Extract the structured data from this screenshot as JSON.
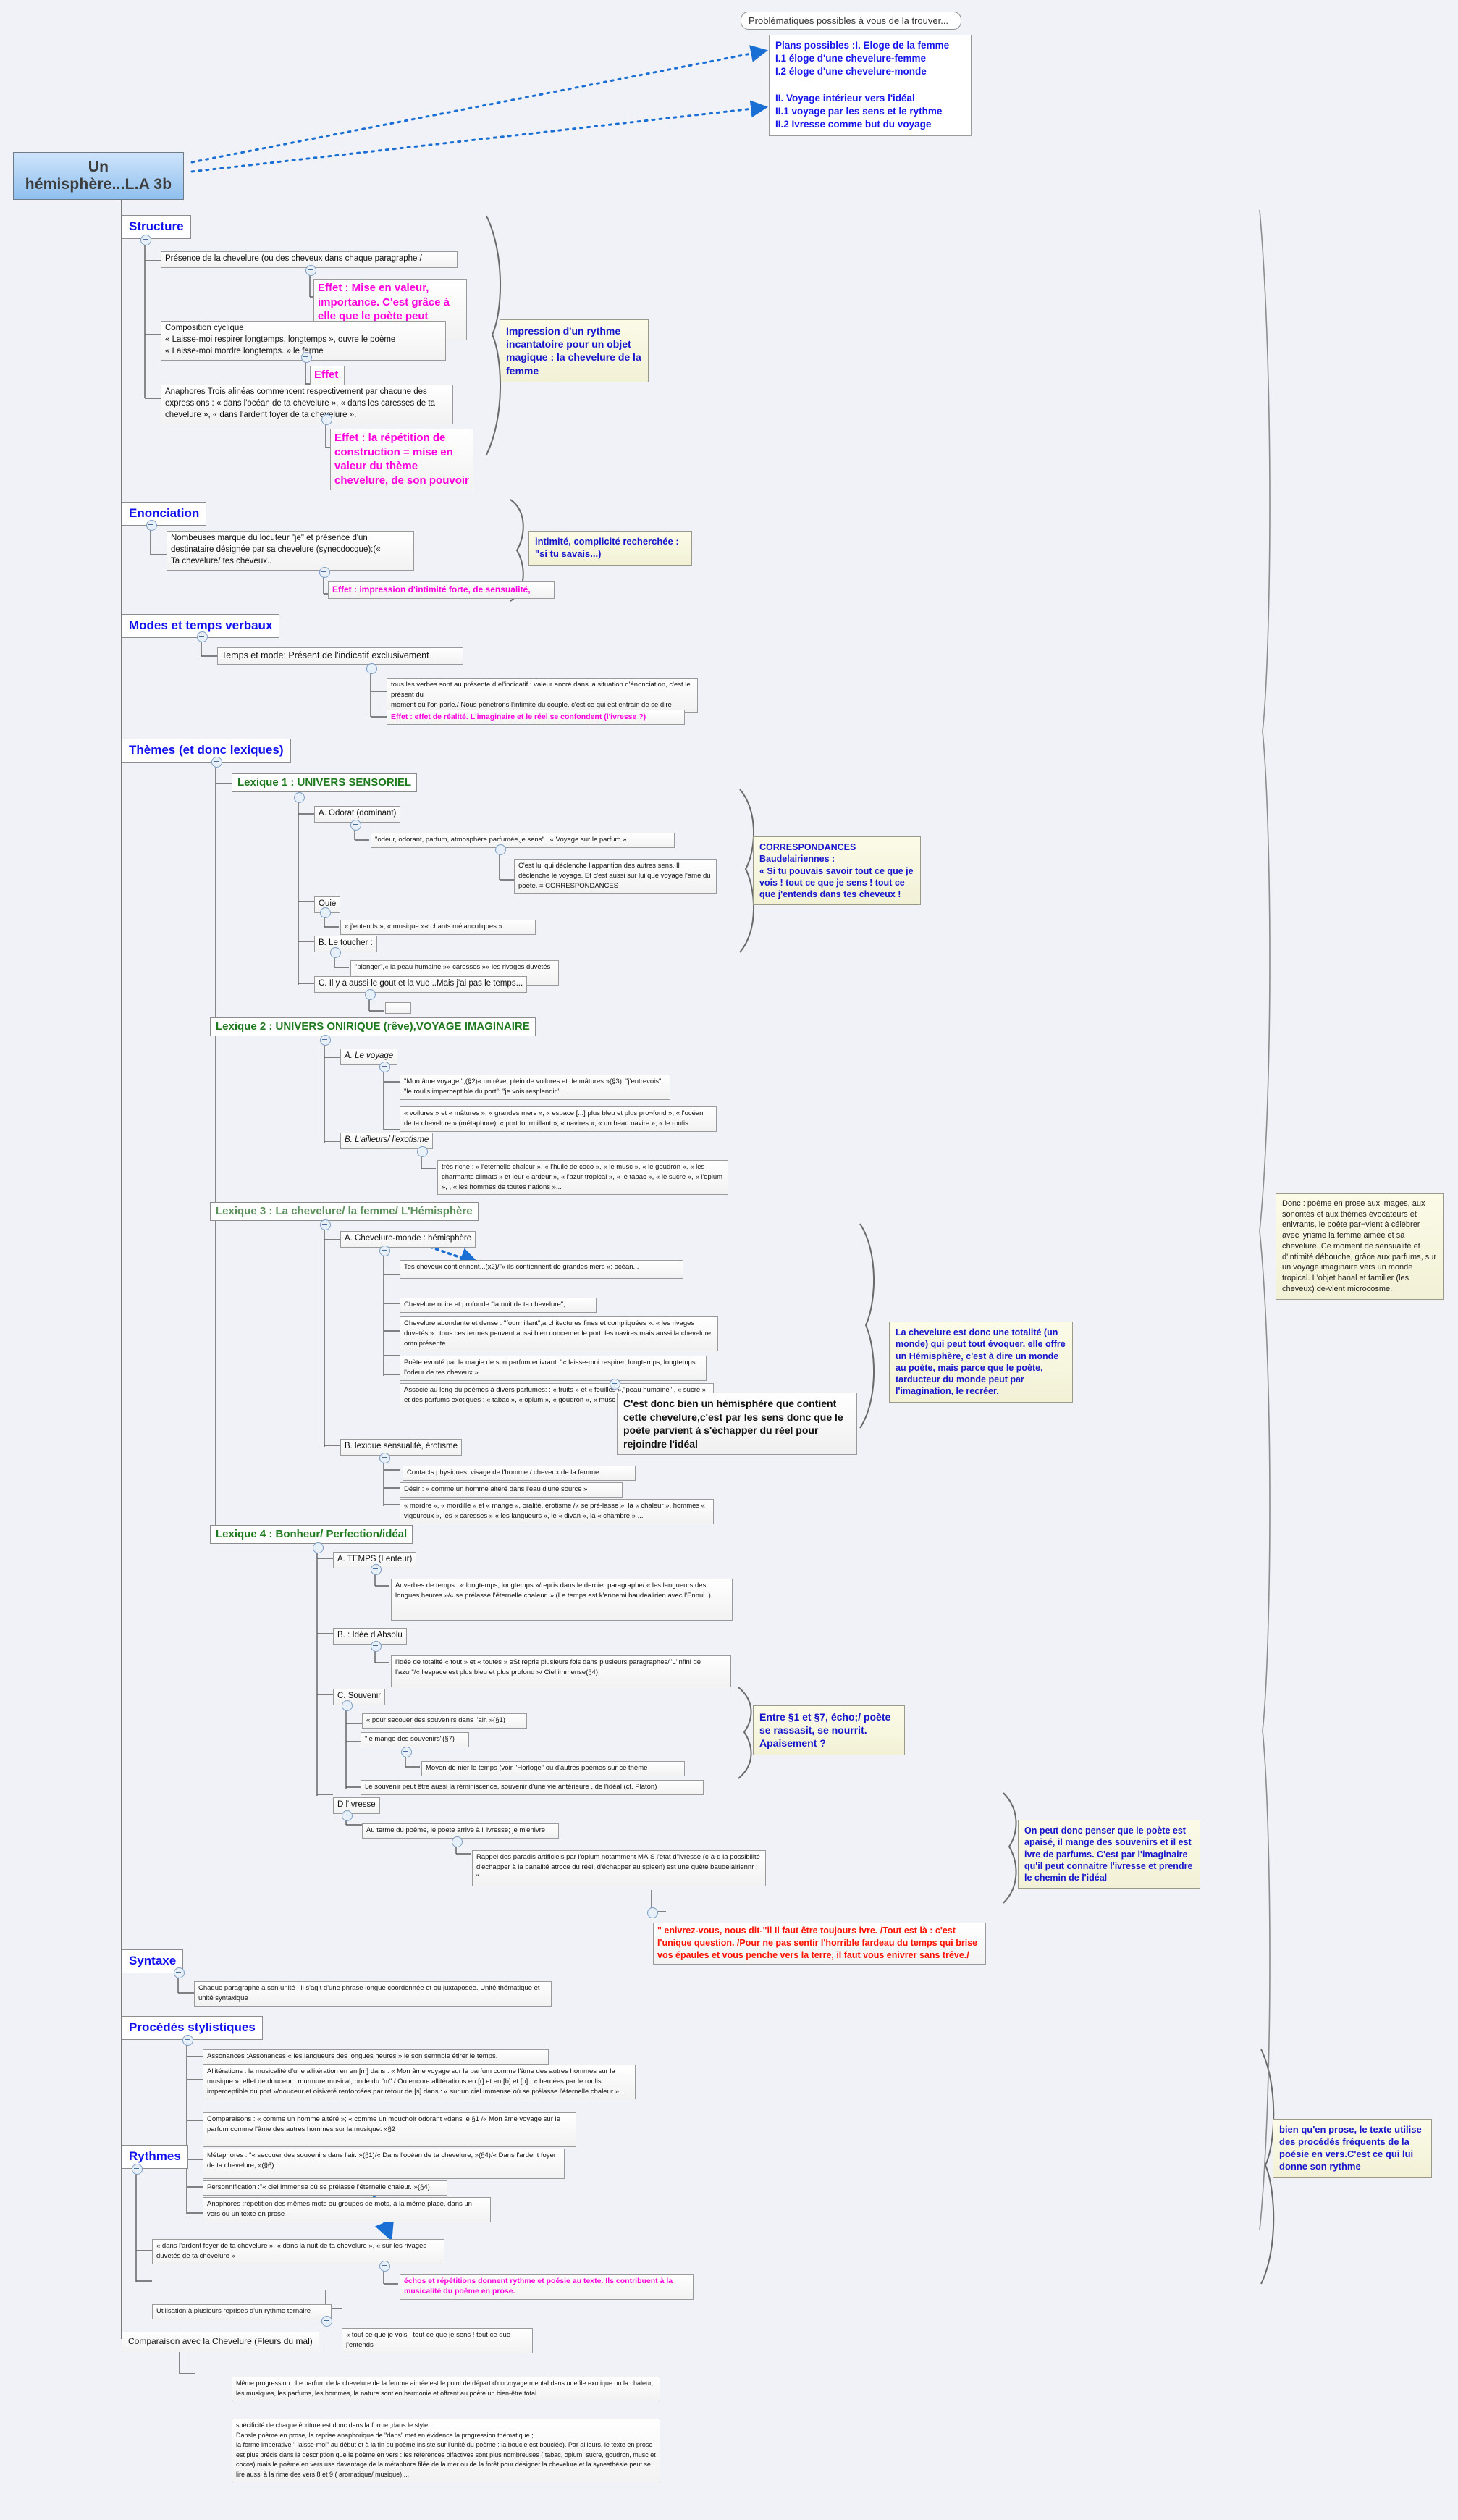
{
  "root": {
    "label": "Un hémisphère...L.A 3b"
  },
  "top": {
    "problematiques": "Problématiques possibles  à vous de la trouver...",
    "plans": "Plans possibles :I. Eloge de la femme\nI.1 éloge d'une chevelure-femme\nI.2 éloge d'une chevelure-monde\n\nII. Voyage intérieur vers l'idéal\nII.1 voyage par les sens et le rythme\nII.2  Ivresse comme but du voyage"
  },
  "structure": {
    "title": "Structure",
    "n1": "Présence de la chevelure (ou des cheveux dans chaque paragraphe /",
    "n1_effet": "Effet :   Mise en valeur, importance. C'est grâce à elle que le poète peut voyager",
    "n2": "Composition cyclique\n« Laisse-moi respirer longtemps, longtemps », ouvre le poème\n « Laisse-moi mordre longtemps. » le ferme",
    "n2_effet": "Effet :",
    "n3": "Anaphores  Trois alinéas commencent respectivement par chacune des expressions : « dans l'océan de ta chevelure », « dans les caresses de ta chevelure », « dans l'ardent foyer de ta chevelure ».",
    "n3_effet": "Effet : la répétition de construction = mise en valeur du thème chevelure, de son pouvoir",
    "synth": "Impression d'un rythme incantatoire pour un objet magique : la chevelure de la femme"
  },
  "enonciation": {
    "title": "Enonciation",
    "n1": "Nombeuses marque du locuteur \"je\" et présence d'un\ndestinataire désignée par sa chevelure (synecdocque):(«\nTa chevelure/ tes cheveux..",
    "n1_effet": "Effet : impression d'intimité forte, de sensualité,",
    "synth": "intimité, complicité recherchée :\n\"si tu savais...)"
  },
  "modes": {
    "title": "Modes et temps verbaux",
    "n1": "Temps et mode: Présent de l'indicatif exclusivement",
    "n1a": "tous les verbes sont au présente d el'indicatif : valeur ancré dans la situation d'énonciation, c'est le présent du\nmoment où l'on parle./ Nous pénétrons l'intimité du couple. c'est ce qui est entrain de se dire",
    "n1b": "Effet :  effet de réalité. L'imaginaire et le réel se confondent (l'ivresse ?)"
  },
  "themes": {
    "title": "Thèmes (et donc lexiques)",
    "lex1": {
      "title": "Lexique 1 : UNIVERS SENSORIEL",
      "a": "A. Odorat (dominant)",
      "a1": "\"odeur, odorant, parfum, atmosphère parfumée,je sens\"...« Voyage sur le parfum »",
      "a2": "C'est lui qui déclenche l'apparition des autres sens. Il déclenche le voyage.  Et c'est aussi sur lui que voyage l'ame du poète. = CORRESPONDANCES",
      "ouie": "Ouie",
      "ouie1": "« j'entends », « musique »« chants mélancoliques »",
      "b": "B. Le toucher :",
      "b1": "\"plonger\",« la peau humaine »« caresses »« les rivages duvetés »",
      "c": "C. Il y a aussi le gout et la vue ..Mais j'ai pas le temps...",
      "c1": "",
      "synth": "CORRESPONDANCES Baudelairiennes :\n« Si tu pouvais savoir tout ce que je vois ! tout ce que je sens ! tout ce que j'entends dans tes cheveux !"
    },
    "lex2": {
      "title": "Lexique 2 : UNIVERS ONIRIQUE (rêve),VOYAGE IMAGINAIRE",
      "a": "A. Le voyage",
      "a1": "\"Mon âme voyage \",(§2)« un rêve, plein de voilures et de mâtures  »(§3); \"j'entrevois\", \"le roulis imperceptible du port\"; \"je vois resplendir\"...",
      "a2": "« voilures » et « mâtures », « grandes mers », « espace [...] plus bleu et plus pro¬fond », « l'océan de ta chevelure » (métaphore), « port fourmillant », « navires », « un beau navire », « le roulis",
      "b": "B. L'ailleurs/ l'exotisme",
      "b1": "très riche : « l'éternelle chaleur », « l'huile de coco », « le musc », « le goudron », « les charmants climats » et leur « ardeur », « l'azur tropical »,   « le tabac », « le sucre », « l'opium »,  , « les hommes de toutes nations »..."
    },
    "lex3": {
      "title": "Lexique 3 : La chevelure/ la femme/  L'Hémisphère",
      "a": "A. Chevelure-monde : hémisphère",
      "a1": "Tes cheveux contiennent...(x2)/\"« ils contiennent de grandes mers  »; océan...",
      "a2": "Chevelure noire et profonde \"la nuit de ta chevelure\";",
      "a3": "Chevelure abondante et dense : \"fourmillant\";architectures fines et compliquées ».   « les rivages duvetés » : tous ces termes peuvent aussi bien concerner le port, les navires mais aussi la chevelure, omniprésente",
      "a4": "Poète evouté par la magie de son parfum enivrant :\"« laisse-moi respirer, longtemps, longtemps l'odeur de tes cheveux »",
      "a5": "Associé au long du poèmes à divers parfumes:   : « fruits » et « feuilles »,\"peau humaine\"  , « sucre » et des parfums exotiques : « tabac », « opium », « goudron », « musc », « huile de coco ».",
      "a_note": "C'est donc bien un hémisphère que contient cette chevelure,c'est par les sens donc que le poète parvient à s'échapper du réel pour rejoindre l'idéal",
      "b": "B. lexique sensualité, érotisme",
      "b1": "Contacts physiques:   visage de l'homme / cheveux de la femme.",
      "b2": "Désir :  « comme un homme altéré dans l'eau d'une source »",
      "b3": " « mordre », « mordille » et « mange », oralité, érotisme  /« se pré-lasse », la « chaleur »,   hommes « vigoureux », les « caresses »  « les langueurs », le « divan », la « chambre » ...",
      "synth": "La chevelure  est donc  une totalité (un monde) qui peut tout évoquer.  elle offre un Hémisphère, c'est à dire un monde au poète, mais parce que le poète, tarducteur du monde peut par l'imagination, le recréer."
    },
    "lex4": {
      "title": "Lexique 4 : Bonheur/ Perfection/idéal",
      "a": "A. TEMPS (Lenteur)",
      "a1": "Adverbes de temps : « longtemps, longtemps »/repris dans le dernier paragraphe/ « les langueurs des longues heures »/« se prélasse l'éternelle chaleur. » (Le temps est k'ennemi baudealirien avec l'Ennui..)",
      "b": "B.  : Idée d'Absolu",
      "b1": " l'idée de totalité « tout » et « toutes » eSt repris plusieurs fois dans plusieurs paragraphes/\"L'infini de l'azur\"/« l'espace est plus bleu et plus profond »/ Ciel immense(§4)",
      "c": "C.  Souvenir",
      "c1": "« pour secouer des souvenirs dans l'air. »(§1)",
      "c2": "\"je mange des souvenirs\"(§7)",
      "c2a": "Moyen de nier le temps (voir l'Horloge\" ou d'autres poèmes sur ce thème",
      "c3": "Le souvenir peut être aussi la réminiscence, souvenir d'une vie antérieure , de l'idéal (cf. Platon)",
      "c_synth": "Entre §1 et §7, écho;/ poète se rassasit, se nourrit. Apaisement ?",
      "d": "D l'ivresse",
      "d1": "Au terme du poème, le poete arrive à l' ivresse; je m'enivre",
      "d2": "Rappel des paradis artificiels par l'opium notamment MAIS l'état d\"ivresse (c-à-d la possibilité d'échapper à la banalité atroce du réel, d'échapper au spleen) est une quête baudelairiennr : \"",
      "d3": "\" enivrez-vous, nous dit-\"il Il faut être toujours ivre. /Tout est là : c'est l'unique question. /Pour ne pas sentir l'horrible fardeau du temps qui brise vos épaules et vous penche vers la terre, il faut vous enivrer sans trêve./",
      "d_synth": "On peut donc penser que le poète est apaisé, il mange des souvenirs et il est ivre de parfums. C'est par l'imaginaire qu'il peut connaitre l'ivresse et prendre le chemin de l'idéal"
    },
    "side_note": "Donc :  poème en prose aux images, aux sonorités et aux thèmes évocateurs et enivrants, le poète par¬vient à célébrer avec lyrisme la femme aimée et sa chevelure. Ce moment de sensualité et d'intimité débouche, grâce aux parfums, sur un voyage imaginaire vers un monde tropical. L'objet banal et familier (les cheveux) de-vient microcosme."
  },
  "syntaxe": {
    "title": "Syntaxe",
    "n1": "Chaque paragraphe a son unité : il s'agit d'une phrase longue coordonnée et où juxtaposée. Unité thématique et unité syntaxique"
  },
  "procedes": {
    "title": "Procédés stylistiques",
    "p1": "Assonances :Assonances   « les langueurs des longues heures » le son  semnble étirer le temps.",
    "p2": "Allitérations :  la musicalité d'une allitération en en [m] dans : « Mon âme voyage sur le parfum comme l'âme des autres hommes sur la musique ». effet de douceur ,   murmure  musical, onde du \"m\"./ Ou encore allitérations en [r] et en   [b] et [p] : « bercées par le roulis imperceptible du port »/douceur et oisiveté  renforcées par retour de   [s] dans : « sur un ciel immense où se prélasse l'éternelle chaleur ».",
    "p3": "Comparaisons : « comme un homme altéré »; « comme un mouchoir odorant »dans le §1 /« Mon âme voyage sur le parfum comme l'âme des autres hommes sur la musique. »§2",
    "p4": "Métaphores : \"« secouer des souvenirs dans l'air. »(§1)/« Dans l'océan de ta chevelure,  »(§4)/« Dans l'ardent foyer de ta chevelure, »(§6)",
    "p5": "Personnification :\"« ciel immense où se prélasse l'éternelle chaleur. »(§4)",
    "p6": "Anaphores :répétition des mêmes mots ou groupes de mots, à la même place, dans un vers ou un texte en prose",
    "synth": "bien qu'en prose, le texte utilise des procédés fréquents de la poésie en vers.C'est ce qui lui donne son rythme"
  },
  "rythmes": {
    "title": "Rythmes",
    "n1": "« dans l'ardent foyer de ta chevelure », « dans la nuit de ta chevelure », « sur les rivages duvetés de ta chevelure »",
    "n1_effet": "  échos et   répétitions donnent rythme et poésie au texte. Ils contribuent à la musicalité du poème en prose.",
    "n2": "Utilisation à plusieurs reprises d'un rythme ternaire",
    "n2a": "« tout ce que je vois ! tout ce que je sens ! tout ce que j'entends"
  },
  "comparaison": {
    "title": "Comparaison avec la Chevelure (Fleurs du mal)",
    "p1": "Même progression  : Le parfum de la chevelure de la femme aimée est le point de départ d'un voyage mental dans une île exotique ou la chaleur, les musiques, les parfums, les hommes, la nature sont en harmonie et offrent au poète un bien-être total.",
    "p2": "   spécificité de chaque écriture est donc dans la forme ,dans le style.\nDansle poème en prose,  la reprise anaphorique de \"dans\" met en évidence la progression thématique ;\nla forme impérative \" laisse-moi\" au début et à la fin du poème insiste sur l'unité du poème : la boucle est bouclée). Par ailleurs, le texte en prose est plus précis dans la description que  le poème en vers : les références olfactives sont plus nombreuses ( tabac, opium, sucre, goudron, musc et cocos) mais le poème en vers use davantage de la métaphore filée de la mer ou de la forêt pour désigner la chevelure et la synesthésie peut se lire aussi à la rime des vers 8 et 9 ( aromatique/ musique)...."
  },
  "colors": {
    "root_fill": "#8fc0ee",
    "accent_blue": "#1010ee",
    "green": "#1f7a1f",
    "pink": "#ff00dd",
    "red": "#ff1100",
    "yellow_fill": "#f2f1d6",
    "link": "#1a6fd4"
  }
}
